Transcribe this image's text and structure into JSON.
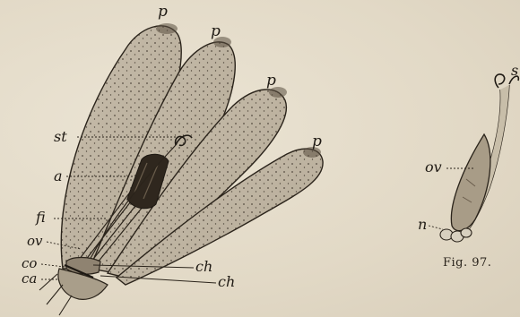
{
  "labels": {
    "petal": "p",
    "stigma": "st",
    "anther": "a",
    "filament": "fi",
    "ovary": "ov",
    "corolla": "co",
    "calyx": "ca",
    "chalaza": "ch",
    "nectary": "n",
    "stigma_fig97": "s"
  },
  "caption": "Fig. 97."
}
